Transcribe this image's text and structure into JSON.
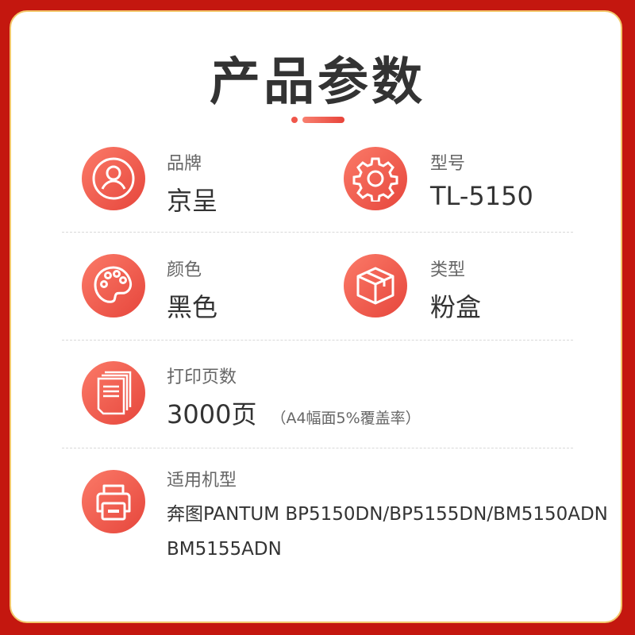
{
  "title": "产品参数",
  "specs": [
    {
      "label": "品牌",
      "value": "京呈",
      "icon": "user-icon"
    },
    {
      "label": "型号",
      "value": "TL-5150",
      "icon": "gear-icon"
    },
    {
      "label": "颜色",
      "value": "黑色",
      "icon": "palette-icon"
    },
    {
      "label": "类型",
      "value": "粉盒",
      "icon": "box-icon"
    },
    {
      "label": "打印页数",
      "value": "3000页",
      "note": "（A4幅面5%覆盖率）",
      "icon": "pages-icon"
    },
    {
      "label": "适用机型",
      "value_line1": "奔图PANTUM BP5150DN/BP5155DN/BM5150ADN",
      "value_line2": "BM5155ADN",
      "icon": "printer-icon"
    }
  ],
  "colors": {
    "background": "#c4170f",
    "accent": "#ee5a4c"
  }
}
